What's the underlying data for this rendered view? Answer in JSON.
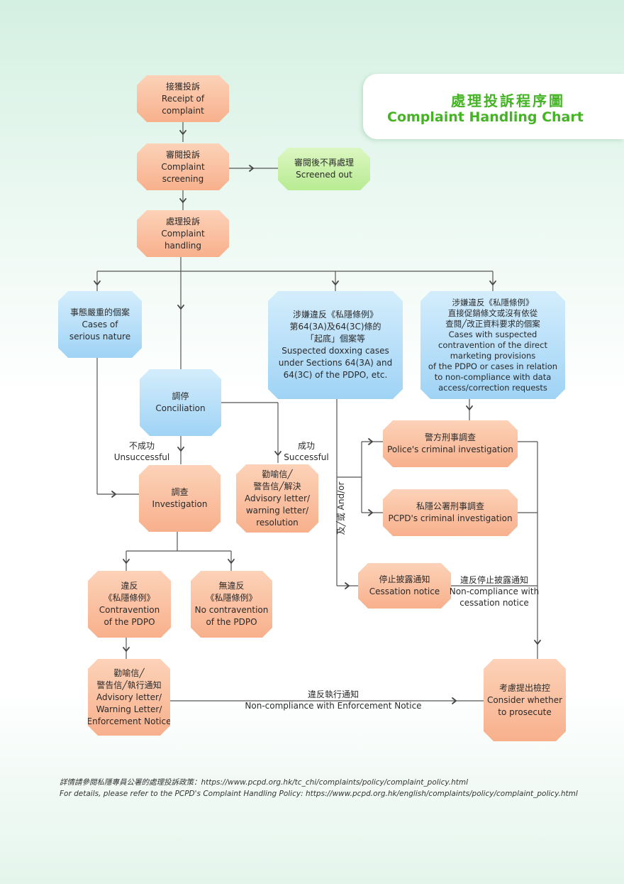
{
  "title": {
    "zh": "處理投訴程序圖",
    "en": "Complaint Handling Chart"
  },
  "nodes": {
    "receipt": {
      "zh": "接獲投訴",
      "en1": "Receipt of",
      "en2": "complaint"
    },
    "screening": {
      "zh": "審閱投訴",
      "en1": "Complaint",
      "en2": "screening"
    },
    "screened_out": {
      "zh": "審閱後不再處理",
      "en1": "Screened out"
    },
    "handling": {
      "zh": "處理投訴",
      "en1": "Complaint",
      "en2": "handling"
    },
    "serious": {
      "zh": "事態嚴重的個案",
      "en1": "Cases of",
      "en2": "serious nature"
    },
    "doxxing": {
      "zh1": "涉嫌違反《私隱條例》",
      "zh2": "第64(3A)及64(3C)條的",
      "zh3": "「起底」個案等",
      "en1": "Suspected doxxing cases",
      "en2": "under Sections 64(3A) and",
      "en3": "64(3C) of the PDPO, etc."
    },
    "direct_marketing": {
      "zh1": "涉嫌違反《私隱條例》",
      "zh2": "直接促銷條文或沒有依從",
      "zh3": "查閱╱改正資料要求的個案",
      "en1": "Cases with suspected",
      "en2": "contravention of the direct",
      "en3": "marketing provisions",
      "en4": "of the PDPO or cases in relation",
      "en5": "to non-compliance with data",
      "en6": "access/correction requests"
    },
    "conciliation": {
      "zh": "調停",
      "en1": "Conciliation"
    },
    "advisory_success": {
      "zh1": "勸喻信╱",
      "zh2": "警告信╱解決",
      "en1": "Advisory letter/",
      "en2": "warning letter/",
      "en3": "resolution"
    },
    "investigation": {
      "zh": "調查",
      "en1": "Investigation"
    },
    "police": {
      "zh": "警方刑事調查",
      "en1": "Police's criminal investigation"
    },
    "pcpd_criminal": {
      "zh": "私隱公署刑事調查",
      "en1": "PCPD's criminal investigation"
    },
    "cessation": {
      "zh": "停止披露通知",
      "en1": "Cessation notice"
    },
    "contravention": {
      "zh1": "違反",
      "zh2": "《私隱條例》",
      "en1": "Contravention",
      "en2": "of the PDPO"
    },
    "no_contravention": {
      "zh1": "無違反",
      "zh2": "《私隱條例》",
      "en1": "No contravention",
      "en2": "of the PDPO"
    },
    "enforcement": {
      "zh1": "勸喻信╱",
      "zh2": "警告信╱執行通知",
      "en1": "Advisory letter/",
      "en2": "Warning Letter/",
      "en3": "Enforcement Notice"
    },
    "prosecute": {
      "zh": "考慮提出檢控",
      "en1": "Consider whether",
      "en2": "to prosecute"
    }
  },
  "labels": {
    "unsuccessful": {
      "zh": "不成功",
      "en": "Unsuccessful"
    },
    "successful": {
      "zh": "成功",
      "en": "Successful"
    },
    "and_or": {
      "zh": "及╱或",
      "en": "And/or"
    },
    "noncompliance_cess": {
      "zh": "違反停止披露通知",
      "en1": "Non-compliance with",
      "en2": "cessation notice"
    },
    "noncompliance_enf": {
      "zh": "違反執行通知",
      "en": "Non-compliance with Enforcement Notice"
    }
  },
  "footer": {
    "zh": "詳情請參閱私隱專員公署的處理投訴政策：https://www.pcpd.org.hk/tc_chi/complaints/policy/complaint_policy.html",
    "en": "For details, please refer to the PCPD's Complaint Handling Policy: https://www.pcpd.org.hk/english/complaints/policy/complaint_policy.html"
  },
  "colors": {
    "title_green": "#45b424",
    "orange_node": "#f8b08c",
    "green_node": "#b8eb92",
    "blue_node": "#9fd3f5",
    "line": "#555555"
  }
}
